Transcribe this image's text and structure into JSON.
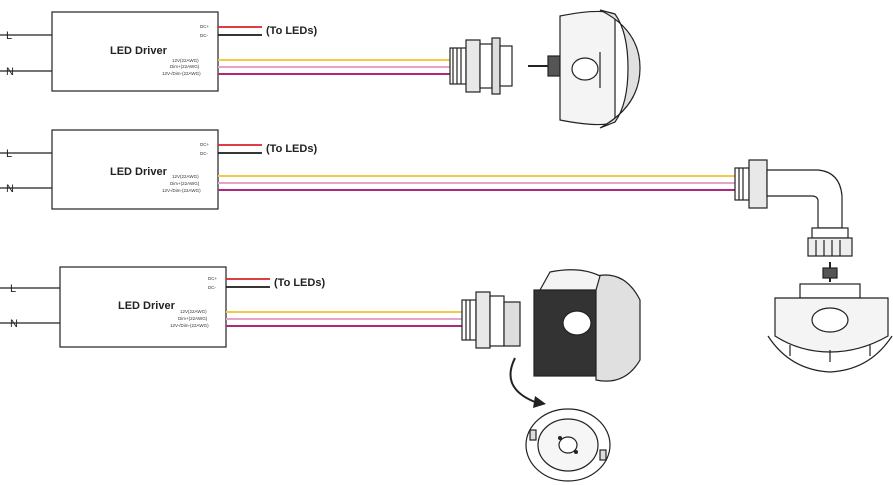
{
  "colors": {
    "dc_plus": "#d8232a",
    "dc_minus": "#1a1a1a",
    "w12v": "#f2c94c",
    "dim_plus": "#e7a2c8",
    "dim_minus": "#b0287a",
    "outline": "#222222"
  },
  "rows": [
    {
      "line_label": "L",
      "neutral_label": "N",
      "driver_title": "LED Driver",
      "dc_plus_label": "DC+",
      "dc_minus_label": "DC-",
      "to_leds": "(To LEDs)",
      "wire_12v_label": "12V(22AWG)",
      "wire_dim_plus_label": "Dim+(22AWG)",
      "wire_dim_minus_label": "12V-/Dim-(22AWG)"
    },
    {
      "line_label": "L",
      "neutral_label": "N",
      "driver_title": "LED Driver",
      "dc_plus_label": "DC+",
      "dc_minus_label": "DC-",
      "to_leds": "(To LEDs)",
      "wire_12v_label": "12V(22AWG)",
      "wire_dim_plus_label": "Dim+(22AWG)",
      "wire_dim_minus_label": "12V-/Dim-(22AWG)"
    },
    {
      "line_label": "L",
      "neutral_label": "N",
      "driver_title": "LED Driver",
      "dc_plus_label": "DC+",
      "dc_minus_label": "DC-",
      "to_leds": "(To LEDs)",
      "wire_12v_label": "12V(22AWG)",
      "wire_dim_plus_label": "Dim+(22AWG)",
      "wire_dim_minus_label": "12V-/Dim-(22AWG)"
    }
  ]
}
